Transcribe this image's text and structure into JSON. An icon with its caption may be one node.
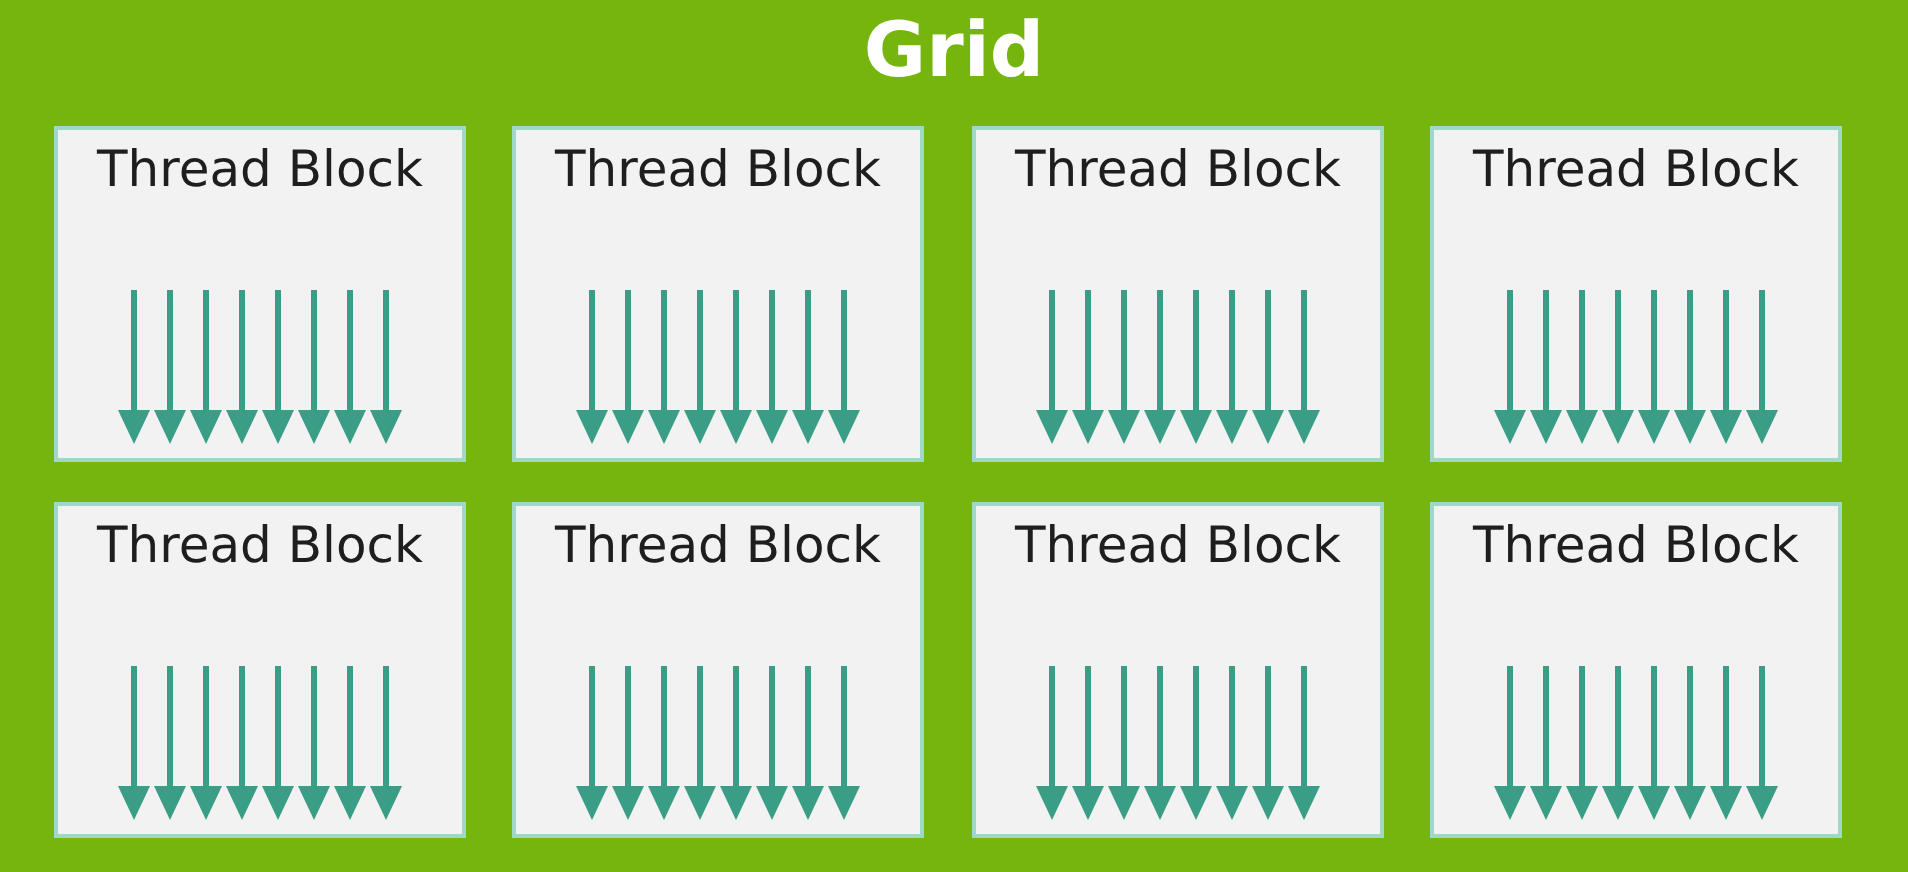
{
  "diagram": {
    "nodes": [
      {
        "text": [
          "Grid"
        ]
      },
      {
        "text": [
          "Thread Block"
        ],
        "in": 0
      },
      {
        "text": [
          "Thread Block"
        ],
        "in": 0
      },
      {
        "text": [
          "Thread Block"
        ],
        "in": 0
      },
      {
        "text": [
          "Thread Block"
        ],
        "in": 0
      },
      {
        "text": [
          "Thread Block"
        ],
        "in": 0
      },
      {
        "text": [
          "Thread Block"
        ],
        "in": 0
      },
      {
        "text": [
          "Thread Block"
        ],
        "in": 0
      },
      {
        "text": [
          "Thread Block"
        ],
        "in": 0
      }
    ]
  }
}
